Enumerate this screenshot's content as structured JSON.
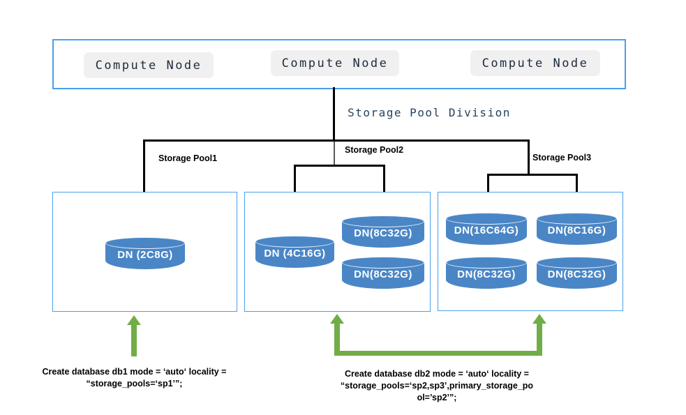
{
  "title": "Storage Pool Division",
  "compute_nodes": [
    "Compute Node",
    "Compute Node",
    "Compute Node"
  ],
  "pools": [
    {
      "label": "Storage Pool1",
      "nodes": [
        "DN (2C8G)"
      ]
    },
    {
      "label": "Storage Pool2",
      "nodes": [
        "DN (4C16G)",
        "DN(8C32G)",
        "DN(8C32G)"
      ]
    },
    {
      "label": "Storage Pool3",
      "nodes": [
        "DN(16C64G)",
        "DN(8C16G)",
        "DN(8C32G)",
        "DN(8C32G)"
      ]
    }
  ],
  "annotations": [
    {
      "lines": [
        "Create database db1 mode = ‘auto‘ locality =",
        "“storage_pools=‘sp1’”;"
      ]
    },
    {
      "lines": [
        "Create database db2 mode = ‘auto‘ locality =",
        "“storage_pools=‘sp2,sp3’,primary_storage_po",
        "ol=’sp2’”;"
      ]
    }
  ],
  "colors": {
    "box_border": "#4B9FEA",
    "cylinder_fill": "#4A86C6",
    "arrow_green": "#70AD47",
    "button_bg": "#F0F0F0",
    "title_text": "#25425F",
    "line_black": "#000000"
  }
}
